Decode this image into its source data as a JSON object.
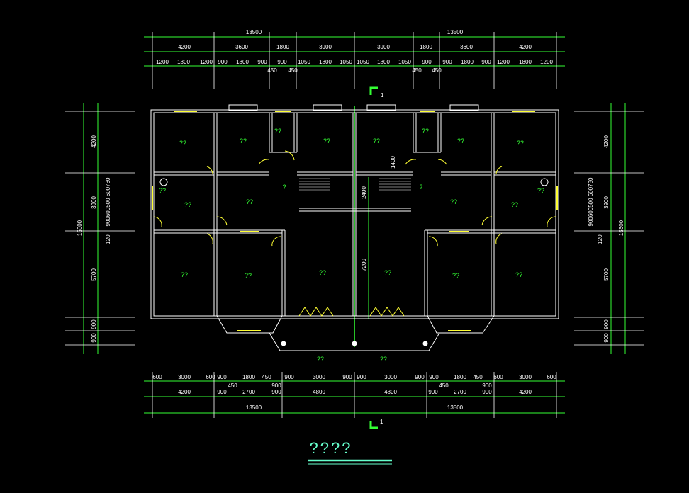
{
  "top_dims": {
    "totals": [
      "13500",
      "13500"
    ],
    "row2": [
      "4200",
      "3600",
      "1800",
      "3900",
      "3900",
      "1800",
      "3600",
      "4200"
    ],
    "row3": [
      "1200",
      "1800",
      "1200",
      "900",
      "1800",
      "900",
      "900",
      "1050",
      "1800",
      "1050",
      "1050",
      "1800",
      "1050",
      "900",
      "900",
      "1800",
      "900",
      "1200",
      "1800",
      "1200"
    ],
    "extra": [
      "450",
      "450",
      "450",
      "450"
    ]
  },
  "bottom_dims": {
    "row1": [
      "600",
      "3000",
      "600",
      "900",
      "1800",
      "450",
      "900",
      "3000",
      "900",
      "900",
      "3000",
      "900",
      "900",
      "1800",
      "450",
      "600",
      "3000",
      "600"
    ],
    "row2": [
      "4200",
      "900",
      "2700",
      "900",
      "4800",
      "4800",
      "900",
      "2700",
      "900",
      "4200"
    ],
    "row2_extra": [
      "450",
      "900",
      "450",
      "900"
    ],
    "totals": [
      "13500",
      "13500"
    ]
  },
  "left_dims": [
    "4200",
    "3900",
    "5700",
    "900",
    "900",
    "15600",
    "120"
  ],
  "left_small": "900600500 600780",
  "right_dims": [
    "4200",
    "3900",
    "5700",
    "900",
    "900",
    "15600",
    "120"
  ],
  "right_small": "900600500 600780",
  "interior_dims": [
    "1400",
    "2400",
    "7200"
  ],
  "section_marks": [
    "1",
    "1"
  ],
  "room_labels": [
    "??",
    "?",
    "??"
  ],
  "title": "????"
}
